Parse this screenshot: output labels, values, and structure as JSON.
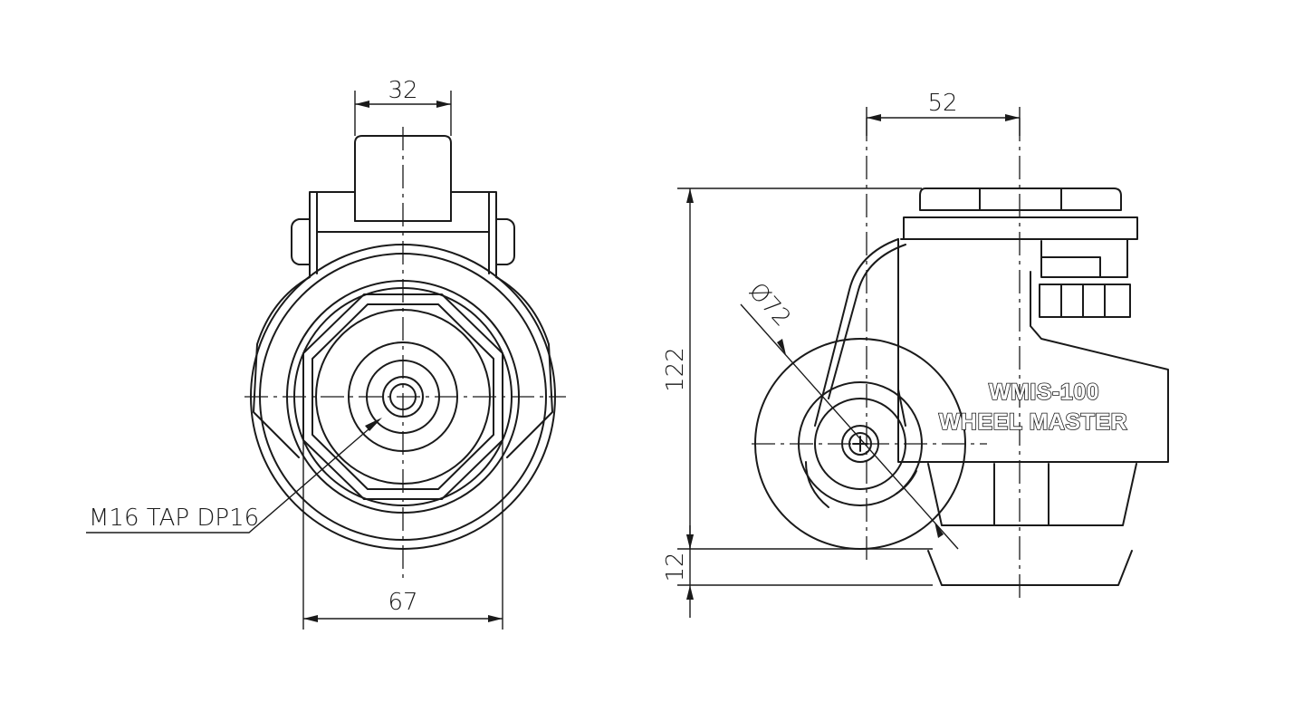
{
  "dimensions": {
    "top_width": "32",
    "wheel_width": "67",
    "tap_callout": "M16 TAP DP16",
    "side_offset": "52",
    "total_height": "122",
    "base_height": "12",
    "wheel_diameter": "Ø72"
  },
  "branding": {
    "model": "WMIS-100",
    "name": "WHEEL MASTER"
  }
}
